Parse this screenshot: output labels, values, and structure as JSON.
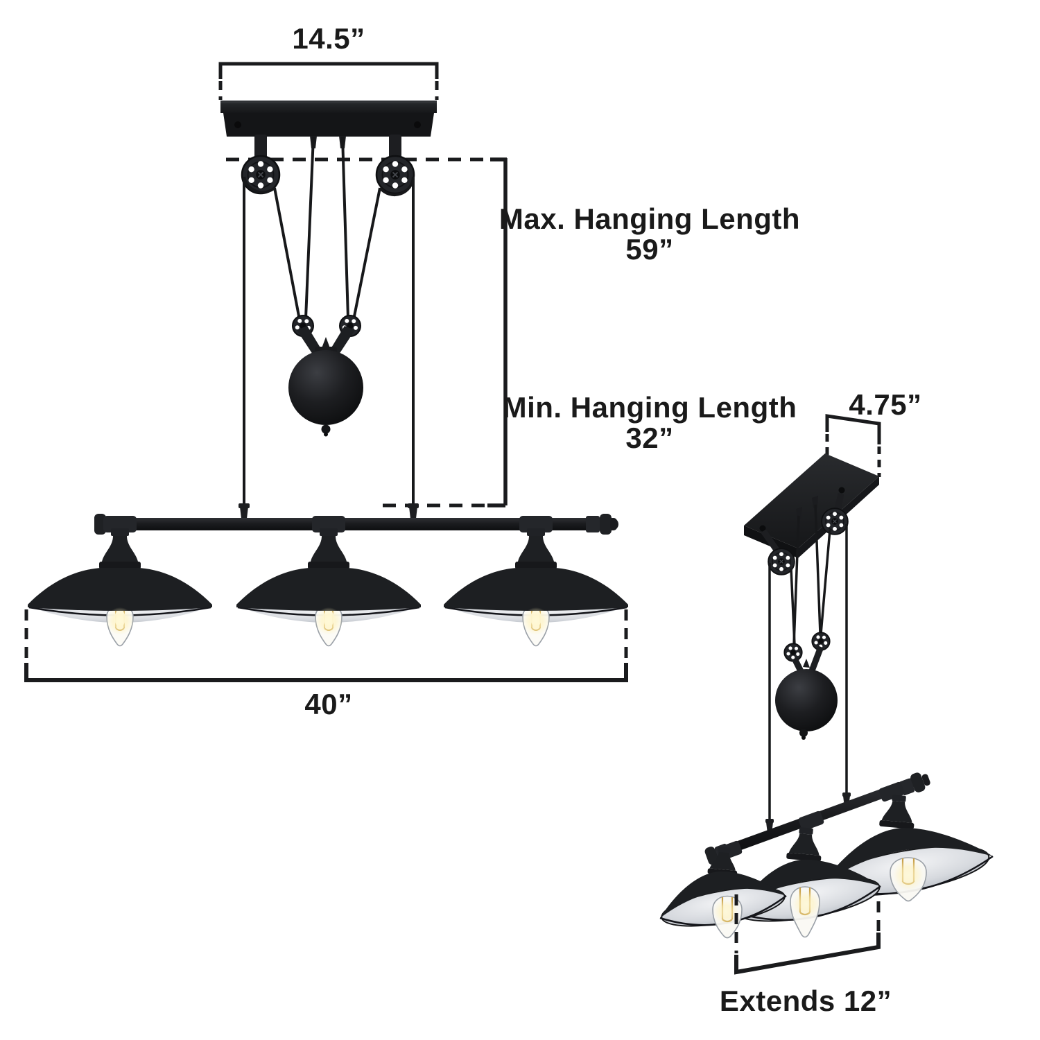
{
  "product": {
    "type": "3-light pulley pendant fixture dimension diagram",
    "views": {
      "left": "front elevation",
      "right": "perspective"
    }
  },
  "palette": {
    "background": "#ffffff",
    "ink": "#1a1a1a",
    "fixture_black": "#1d1e21",
    "fixture_dark": "#0e0f11",
    "fixture_highlight": "#34363a",
    "shade_inner_silver": "#d6d9de",
    "bulb_glass": "#fcfbf6",
    "bulb_glow": "#fff3c0",
    "filament": "#c9a24a"
  },
  "labels": {
    "canopy_width": "14.5”",
    "max_hanging_length_title": "Max. Hanging Length",
    "max_hanging_length_value": "59”",
    "min_hanging_length_title": "Min. Hanging Length",
    "min_hanging_length_value": "32”",
    "fixture_width": "40”",
    "canopy_depth": "4.75”",
    "extends": "Extends 12”"
  }
}
